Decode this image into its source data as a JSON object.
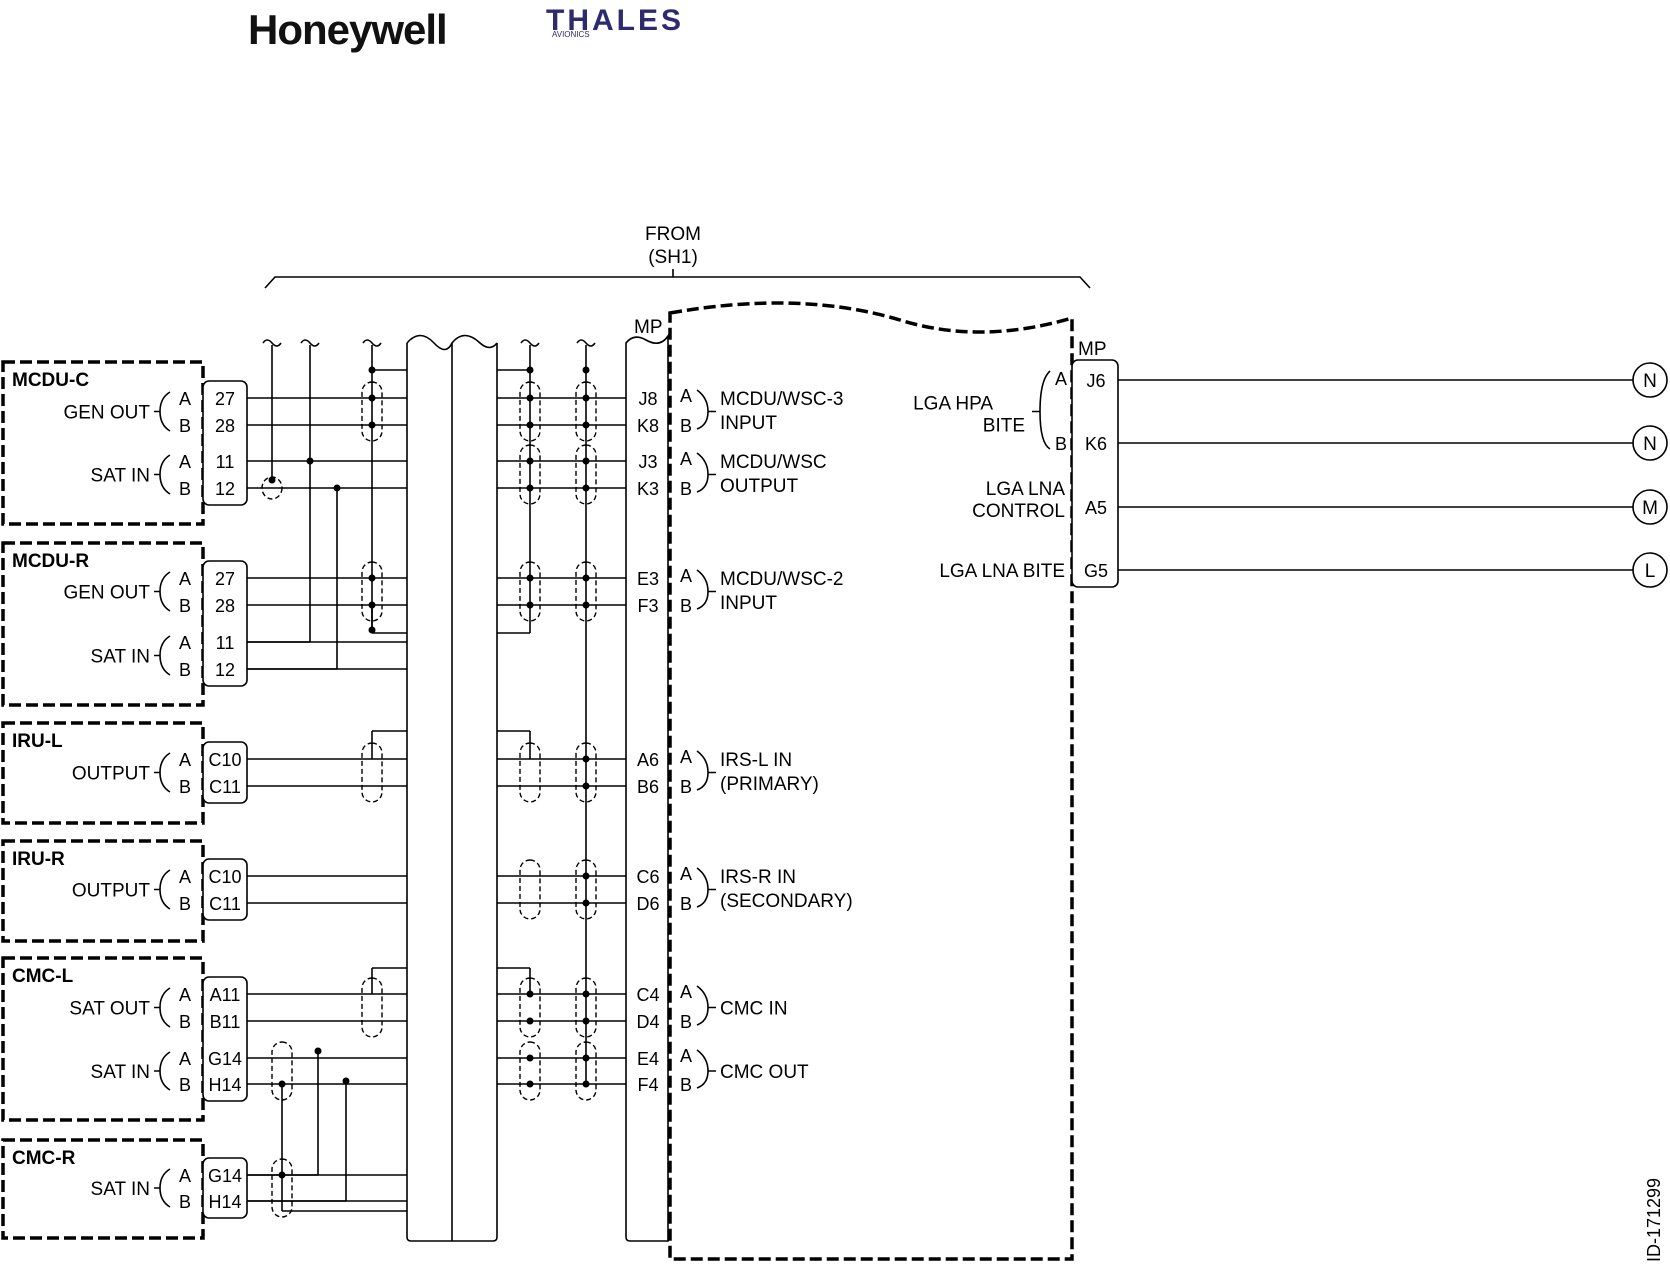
{
  "logos": {
    "honeywell": "Honeywell",
    "thales": "THALES",
    "thales_sub": "AVIONICS"
  },
  "header": {
    "from": "FROM",
    "sheet": "(SH1)"
  },
  "mp_left": "MP",
  "mp_right": "MP",
  "doc_id": "ID-171299",
  "units": [
    {
      "name": "MCDU-C",
      "groups": [
        {
          "label": "GEN OUT",
          "pins": [
            "27",
            "28"
          ]
        },
        {
          "label": "SAT IN",
          "pins": [
            "11",
            "12"
          ]
        }
      ]
    },
    {
      "name": "MCDU-R",
      "groups": [
        {
          "label": "GEN OUT",
          "pins": [
            "27",
            "28"
          ]
        },
        {
          "label": "SAT IN",
          "pins": [
            "11",
            "12"
          ]
        }
      ]
    },
    {
      "name": "IRU-L",
      "groups": [
        {
          "label": "OUTPUT",
          "pins": [
            "C10",
            "C11"
          ]
        }
      ]
    },
    {
      "name": "IRU-R",
      "groups": [
        {
          "label": "OUTPUT",
          "pins": [
            "C10",
            "C11"
          ]
        }
      ]
    },
    {
      "name": "CMC-L",
      "groups": [
        {
          "label": "SAT OUT",
          "pins": [
            "A11",
            "B11"
          ]
        },
        {
          "label": "SAT IN",
          "pins": [
            "G14",
            "H14"
          ]
        }
      ]
    },
    {
      "name": "CMC-R",
      "groups": [
        {
          "label": "SAT IN",
          "pins": [
            "G14",
            "H14"
          ]
        }
      ]
    }
  ],
  "ab": {
    "a": "A",
    "b": "B"
  },
  "mu_signals": [
    {
      "pins": [
        "J8",
        "K8"
      ],
      "lines": [
        "MCDU/WSC-3",
        "INPUT"
      ]
    },
    {
      "pins": [
        "J3",
        "K3"
      ],
      "lines": [
        "MCDU/WSC",
        "OUTPUT"
      ]
    },
    {
      "pins": [
        "E3",
        "F3"
      ],
      "lines": [
        "MCDU/WSC-2",
        "INPUT"
      ]
    },
    {
      "pins": [
        "A6",
        "B6"
      ],
      "lines": [
        "IRS-L IN",
        "(PRIMARY)"
      ]
    },
    {
      "pins": [
        "C6",
        "D6"
      ],
      "lines": [
        "IRS-R IN",
        "(SECONDARY)"
      ]
    },
    {
      "pins": [
        "C4",
        "D4"
      ],
      "lines": [
        "CMC IN"
      ]
    },
    {
      "pins": [
        "E4",
        "F4"
      ],
      "lines": [
        "CMC OUT"
      ]
    }
  ],
  "right_signals": [
    {
      "label_lines": [
        "LGA HPA",
        "BITE"
      ],
      "pins": [
        "J6",
        "K6"
      ],
      "targets": [
        "N",
        "N"
      ]
    },
    {
      "label_lines": [
        "LGA LNA",
        "CONTROL"
      ],
      "pins": [
        "A5"
      ],
      "targets": [
        "M"
      ]
    },
    {
      "label_lines": [
        "LGA LNA BITE"
      ],
      "pins": [
        "G5"
      ],
      "targets": [
        "L"
      ]
    }
  ]
}
